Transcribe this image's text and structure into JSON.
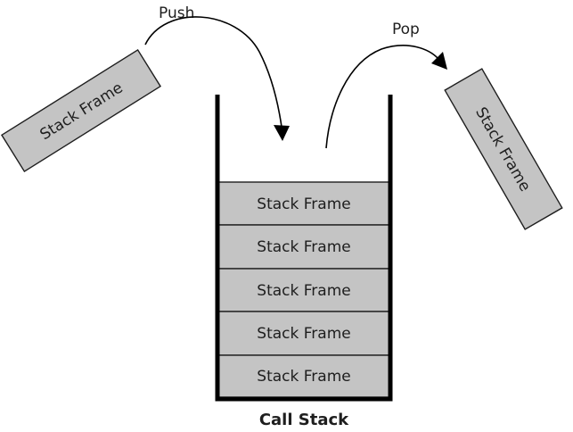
{
  "diagram": {
    "title": "Call Stack",
    "push_label": "Push",
    "pop_label": "Pop",
    "incoming_frame_label": "Stack Frame",
    "outgoing_frame_label": "Stack Frame",
    "stack_frames": [
      {
        "label": "Stack Frame"
      },
      {
        "label": "Stack Frame"
      },
      {
        "label": "Stack Frame"
      },
      {
        "label": "Stack Frame"
      },
      {
        "label": "Stack Frame"
      }
    ],
    "colors": {
      "frame_fill": "#c4c4c4",
      "frame_stroke": "#1e1e1e",
      "container": "#000000"
    }
  }
}
